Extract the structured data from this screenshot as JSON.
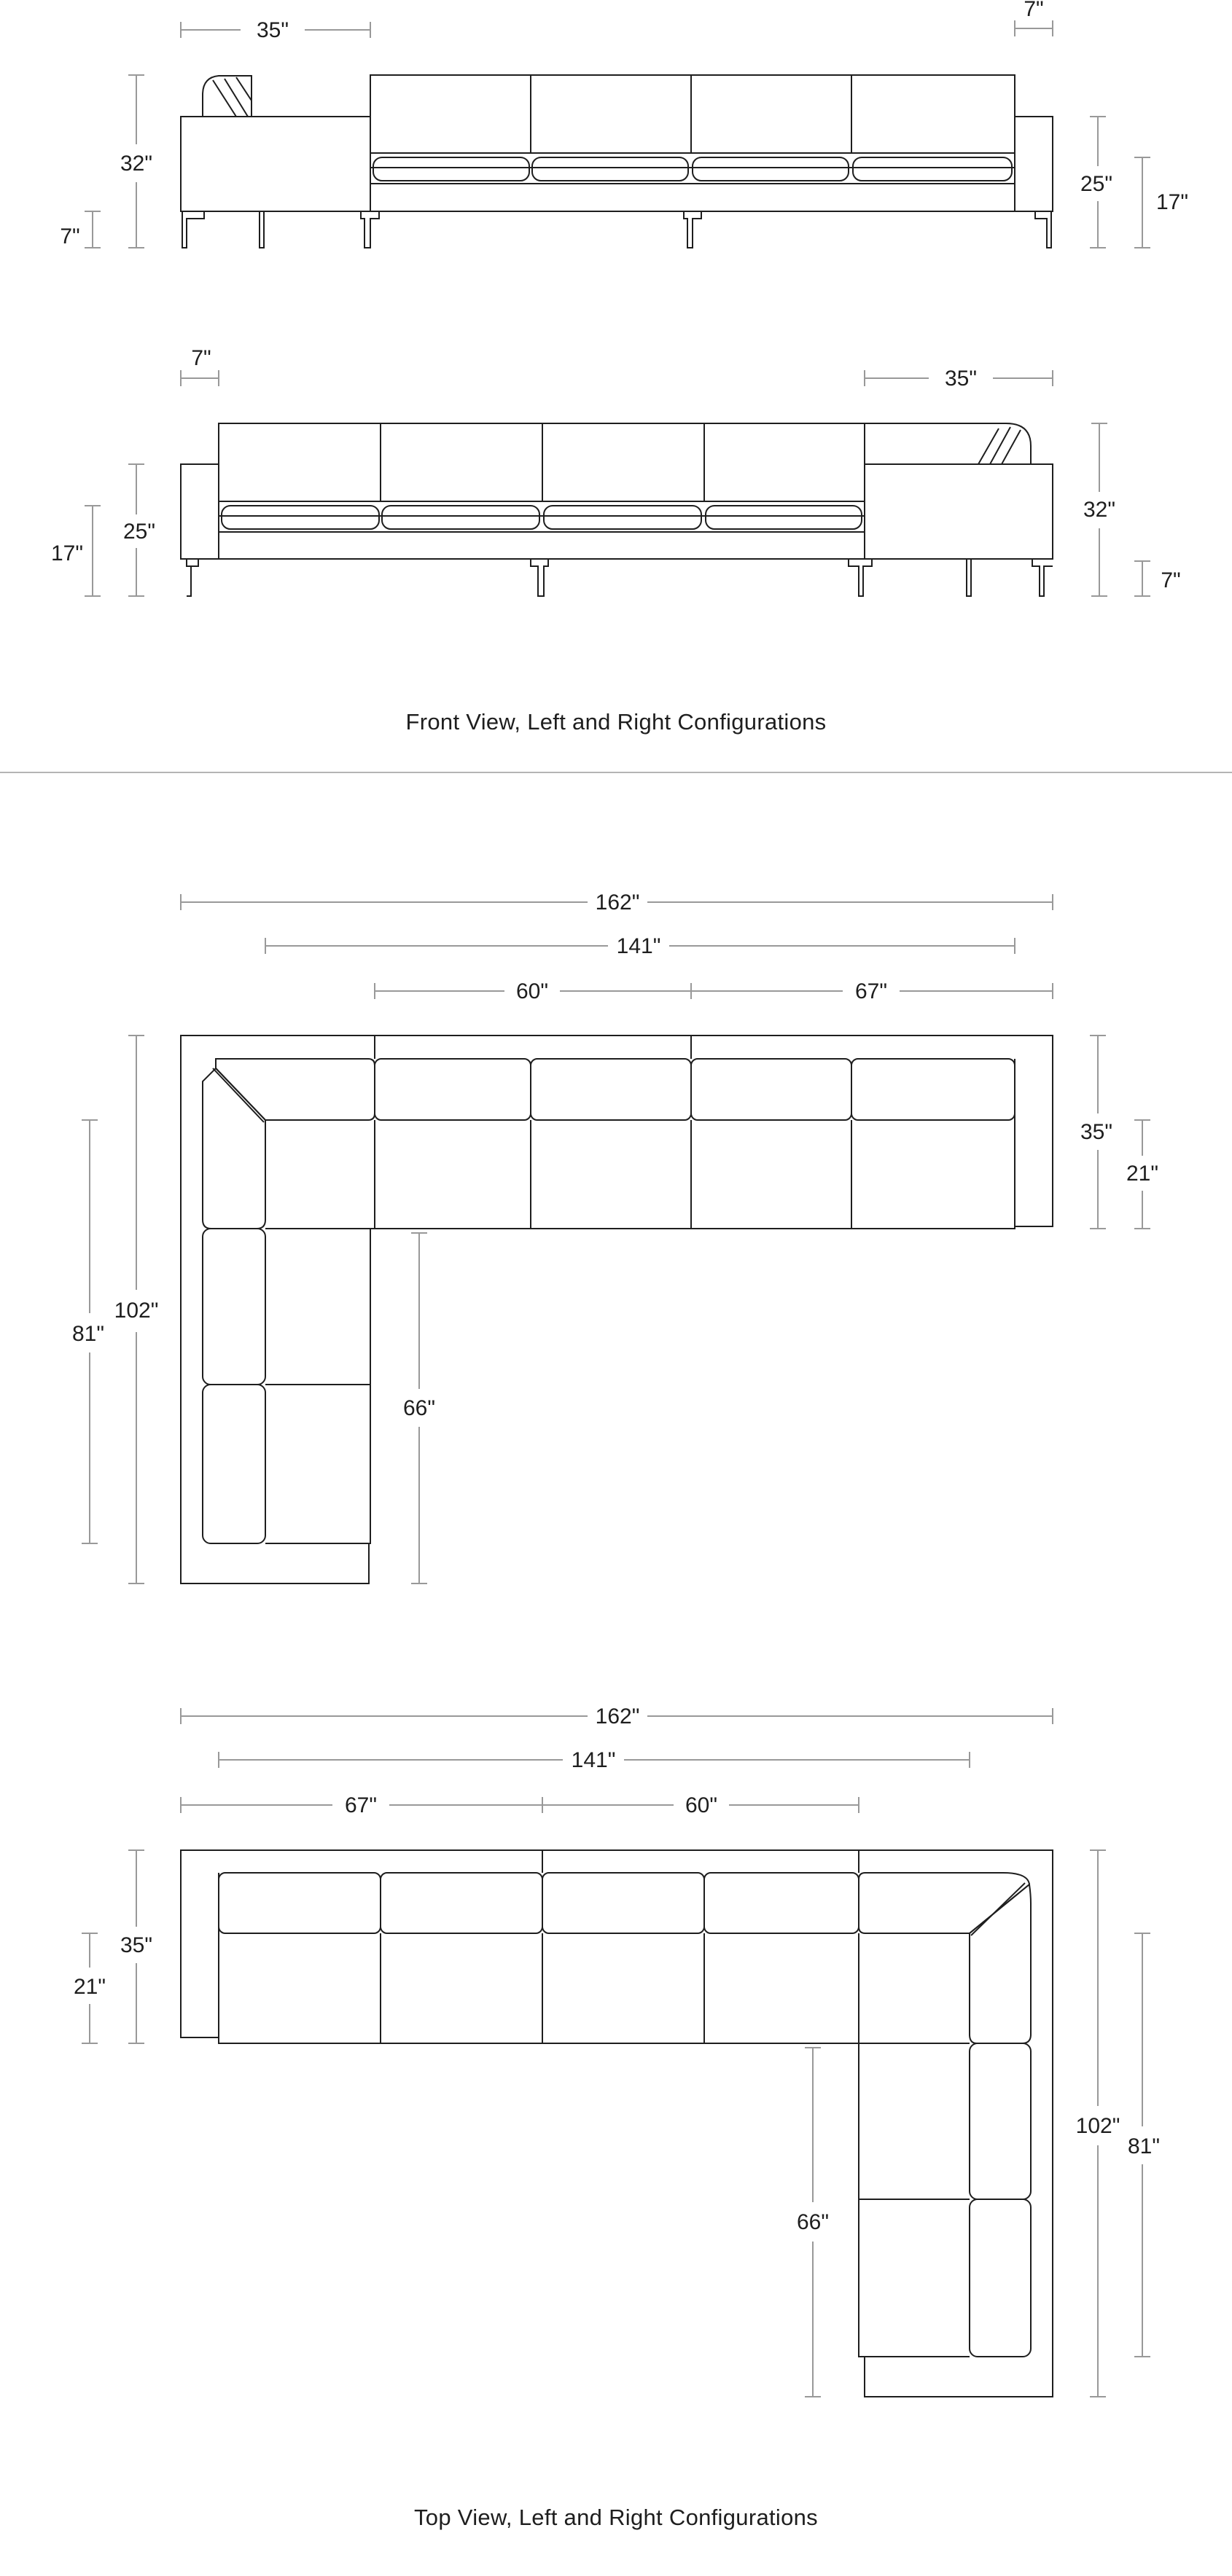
{
  "captions": {
    "front": "Front View, Left and Right Configurations",
    "top": "Top View, Left and Right Configurations"
  },
  "front_left": {
    "chaise_width": "35\"",
    "arm_width": "7\"",
    "back_height": "32\"",
    "leg_height": "7\"",
    "arm_height": "25\"",
    "seat_height": "17\""
  },
  "front_right": {
    "arm_width": "7\"",
    "chaise_width": "35\"",
    "arm_height": "25\"",
    "seat_height": "17\"",
    "back_height": "32\"",
    "leg_height": "7\""
  },
  "top_left": {
    "overall_width": "162\"",
    "inner_width": "141\"",
    "section_a": "60\"",
    "section_b": "67\"",
    "depth": "35\"",
    "seat_depth": "21\"",
    "chaise_length": "102\"",
    "chaise_seat_length": "81\"",
    "inner_length": "66\""
  },
  "top_right": {
    "overall_width": "162\"",
    "inner_width": "141\"",
    "section_a": "67\"",
    "section_b": "60\"",
    "depth": "35\"",
    "seat_depth": "21\"",
    "chaise_length": "102\"",
    "chaise_seat_length": "81\"",
    "inner_length": "66\""
  },
  "colors": {
    "outline": "#1e1e1e",
    "dimension": "#999999",
    "divider": "#b4b4b4"
  }
}
